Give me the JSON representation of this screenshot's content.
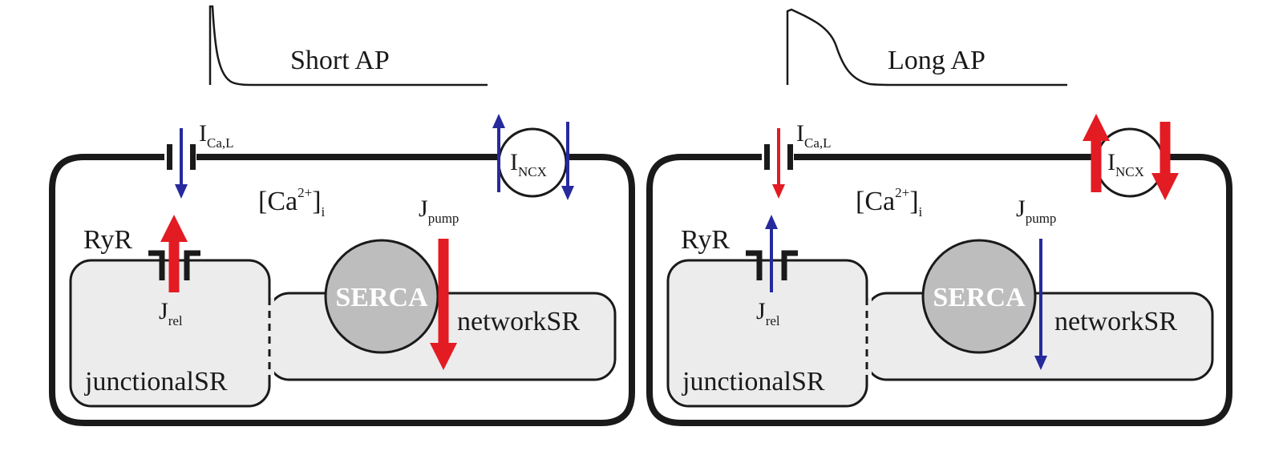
{
  "colors": {
    "red": "#e31b23",
    "blue": "#262a9c",
    "sr_fill": "#ececec",
    "serca_fill": "#bdbdbd",
    "outline": "#1a1a1a"
  },
  "panels": [
    {
      "ap_label": "Short AP",
      "ap_shape": "short",
      "ica_symbol": "I",
      "ica_sub": "Ca,L",
      "ca_label": "[Ca",
      "ca_sup": "2+",
      "ca_close": "]",
      "ca_sub": "i",
      "jpump_symbol": "J",
      "jpump_sub": "pump",
      "ryr_label": "RyR",
      "jrel_symbol": "J",
      "jrel_sub": "rel",
      "incx_symbol": "I",
      "incx_sub": "NCX",
      "serca_label": "SERCA",
      "network_label": "networkSR",
      "junctional_label": "junctionalSR",
      "ica_arrow": "blue",
      "ica_arrow_size": "thin",
      "rel_arrow": "red",
      "rel_arrow_size": "thick",
      "ncx_arrow": "blue",
      "ncx_arrow_size": "thin",
      "pump_arrow": "red",
      "pump_arrow_size": "thick"
    },
    {
      "ap_label": "Long AP",
      "ap_shape": "long",
      "ica_symbol": "I",
      "ica_sub": "Ca,L",
      "ca_label": "[Ca",
      "ca_sup": "2+",
      "ca_close": "]",
      "ca_sub": "i",
      "jpump_symbol": "J",
      "jpump_sub": "pump",
      "ryr_label": "RyR",
      "jrel_symbol": "J",
      "jrel_sub": "rel",
      "incx_symbol": "I",
      "incx_sub": "NCX",
      "serca_label": "SERCA",
      "network_label": "networkSR",
      "junctional_label": "junctionalSR",
      "ica_arrow": "red",
      "ica_arrow_size": "thin",
      "rel_arrow": "blue",
      "rel_arrow_size": "thin",
      "ncx_arrow": "red",
      "ncx_arrow_size": "thick",
      "pump_arrow": "blue",
      "pump_arrow_size": "thin"
    }
  ]
}
